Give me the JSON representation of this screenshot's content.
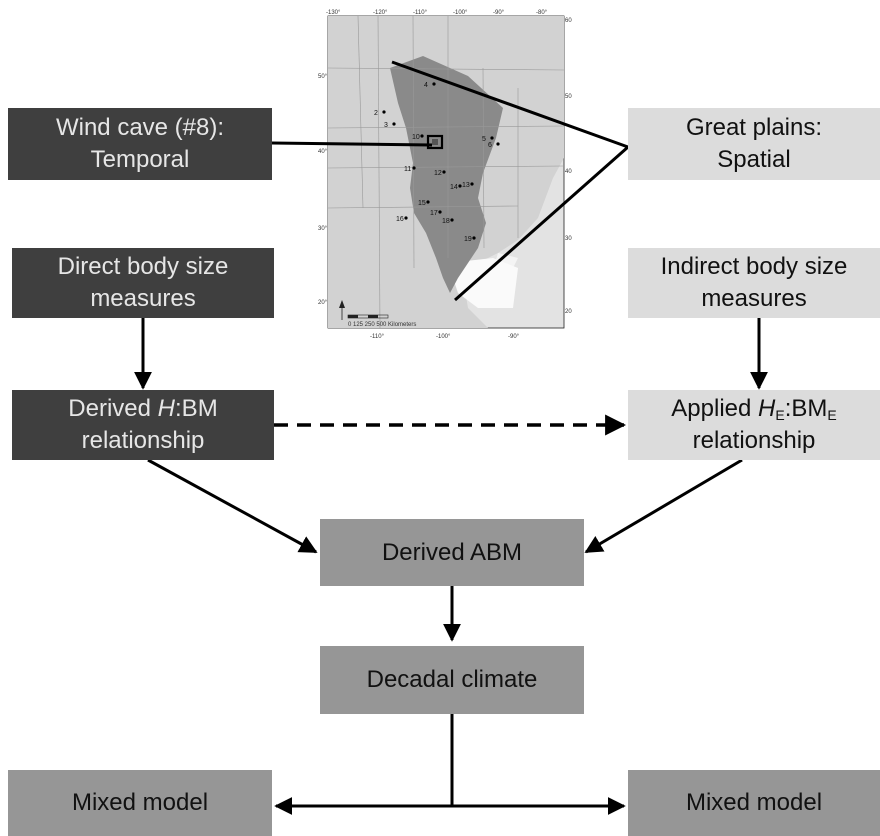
{
  "boxes": {
    "wind_cave": {
      "line1": "Wind cave (#8):",
      "line2": "Temporal"
    },
    "great_plains": {
      "line1": "Great plains:",
      "line2": "Spatial"
    },
    "direct_measures": {
      "line1": "Direct body size",
      "line2": "measures"
    },
    "indirect_measures": {
      "line1": "Indirect body size",
      "line2": "measures"
    },
    "derived_relationship": {
      "line1_var": "H",
      "line1_rest": ":BM",
      "line2": "relationship",
      "prefix": "Derived "
    },
    "applied_relationship": {
      "prefix": "Applied ",
      "var": "H",
      "sub1": "E",
      "mid": ":BM",
      "sub2": "E",
      "line2": "relationship"
    },
    "derived_abm": {
      "label": "Derived ABM"
    },
    "decadal_climate": {
      "label": "Decadal climate"
    },
    "mixed_model_left": {
      "label": "Mixed model"
    },
    "mixed_model_right": {
      "label": "Mixed model"
    }
  },
  "map": {
    "top_ticks": [
      "-130°",
      "-120°",
      "-110°",
      "-100°",
      "-90°",
      "-80°"
    ],
    "bottom_ticks": [
      "-110°",
      "-100°",
      "-90°"
    ],
    "left_ticks": [
      "50°",
      "40°",
      "30°",
      "20°"
    ],
    "right_ticks": [
      "60°",
      "50°",
      "40°",
      "30°",
      "20°"
    ],
    "scale_label": "0  125 250     500 Kilometers",
    "sites": [
      "2",
      "3",
      "4",
      "5",
      "6",
      "10",
      "11",
      "12",
      "13",
      "14",
      "15",
      "16",
      "17",
      "18",
      "19"
    ]
  },
  "colors": {
    "dark_box": "#3f3f3f",
    "light_box": "#dcdcdc",
    "mid_box": "#969696",
    "arrow": "#000000"
  }
}
